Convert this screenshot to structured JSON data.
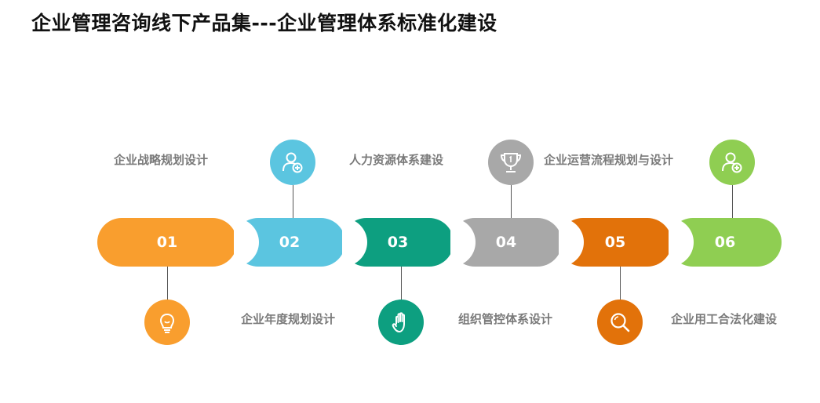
{
  "title": "企业管理咨询线下产品集---企业管理体系标准化建设",
  "colors": {
    "orange": "#f99e2e",
    "blue": "#5bc5e0",
    "teal": "#0d9f80",
    "gray": "#a8a8a8",
    "dark_orange": "#e2720a",
    "green": "#8fce52"
  },
  "steps": [
    {
      "number": "01",
      "label": "企业战略规划设计",
      "icon": "lightbulb-icon"
    },
    {
      "number": "02",
      "label": "企业年度规划设计",
      "icon": "user-add-icon"
    },
    {
      "number": "03",
      "label": "人力资源体系建设",
      "icon": "hand-icon"
    },
    {
      "number": "04",
      "label": "组织管控体系设计",
      "icon": "trophy-icon"
    },
    {
      "number": "05",
      "label": "企业运营流程规划与设计",
      "icon": "search-icon"
    },
    {
      "number": "06",
      "label": "企业用工合法化建设",
      "icon": "user-add-icon"
    }
  ]
}
